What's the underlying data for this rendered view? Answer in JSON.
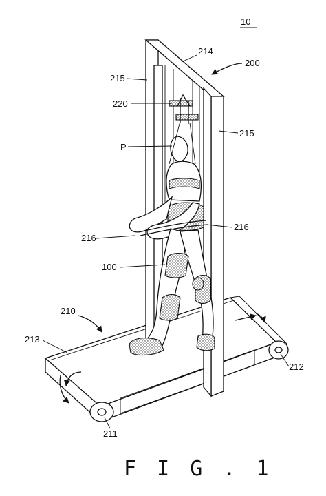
{
  "figure": {
    "caption": "F I G . 1",
    "reference_numerals": {
      "device": "10",
      "frame_unit": "200",
      "upper_beam": "214",
      "left_pillar": "215",
      "right_pillar": "215",
      "hanger": "220",
      "person": "P",
      "left_handrail": "216",
      "right_handrail": "216",
      "walking_aid": "100",
      "treadmill": "210",
      "belt": "213",
      "front_roller": "211",
      "rear_roller": "212"
    }
  }
}
